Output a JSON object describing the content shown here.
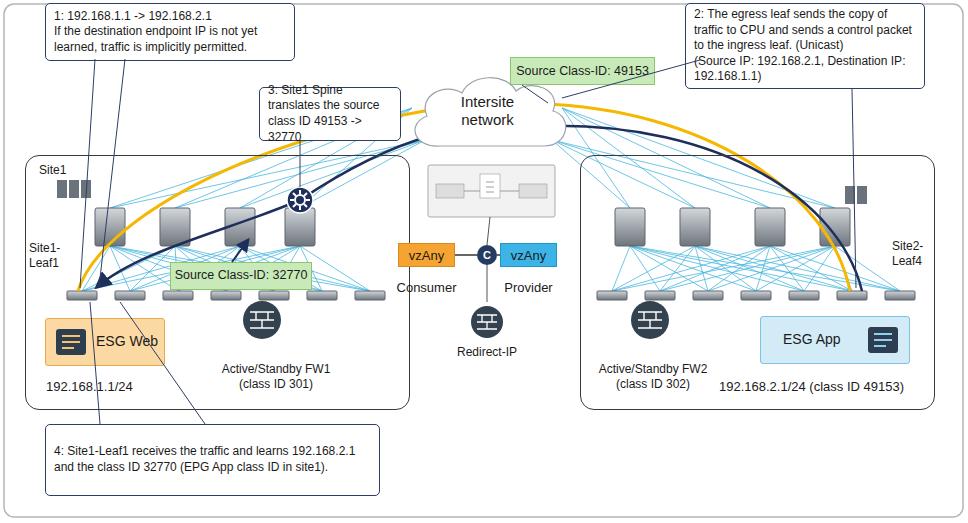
{
  "diagram": {
    "nodes": [
      {
        "text": [
          "1: 192.168.1.1 -> 192.168.2.1",
          "If the destination endpoint IP is not yet learned, traffic is implicitly permitted."
        ]
      },
      {
        "text": [
          "Source Class-ID: 49153"
        ]
      },
      {
        "text": [
          "2: The egress leaf sends the copy of traffic to CPU and sends a control packet to the ingress leaf. (Unicast)",
          "(Source IP: 192.168.2.1, Destination IP: 192.168.1.1)"
        ]
      },
      {
        "text": [
          "3: Site1 Spine translates the source class ID 49153 -> 32770"
        ]
      },
      {
        "text": [
          "Intersite network"
        ]
      },
      {
        "text": [
          "Site1",
          "Site1-Leaf1",
          "192.168.1.1/24",
          "Active/Standby FW1 (class ID 301)"
        ]
      },
      {
        "text": [
          "Source Class-ID: 32770"
        ],
        "in": 5
      },
      {
        "text": [
          "ESG Web"
        ],
        "in": 5
      },
      {
        "text": [
          "Site2-Leaf4",
          "Active/Standby FW2 (class ID 302)",
          "192.168.2.1/24 (class ID 49153)"
        ]
      },
      {
        "text": [
          "ESG App"
        ],
        "in": 8
      },
      {
        "text": [
          "vzAny",
          "Consumer"
        ]
      },
      {
        "text": [
          "C"
        ]
      },
      {
        "text": [
          "vzAny",
          "Provider"
        ]
      },
      {
        "text": [
          "4: Site1-Leaf1 receives the traffic and learns 192.168.2.1 and the class ID 32770 (EPG App class ID in site1)."
        ]
      }
    ],
    "edges": [
      {
        "from": 10,
        "to": 11,
        "arrow": "none"
      },
      {
        "from": 11,
        "to": 12,
        "arrow": "none"
      }
    ],
    "labels": [
      "Redirect-IP"
    ]
  }
}
